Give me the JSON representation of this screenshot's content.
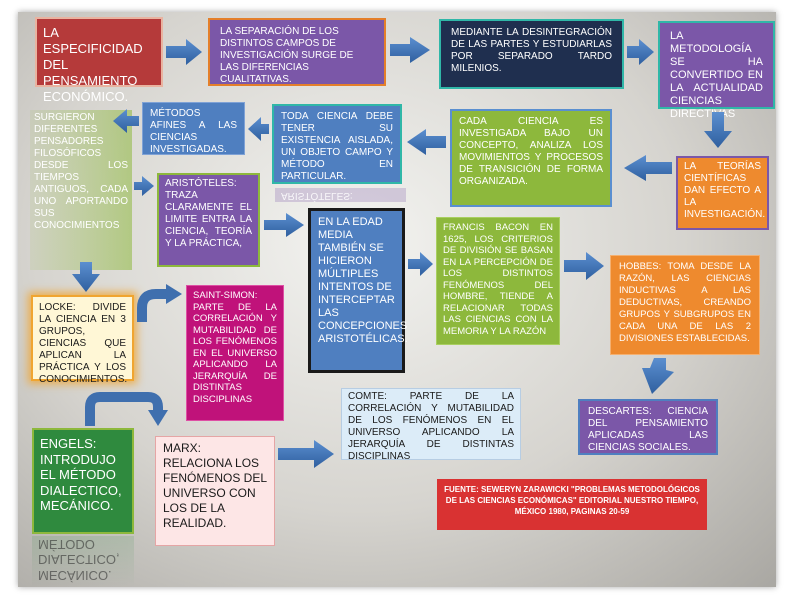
{
  "boxes": {
    "title": "LA ESPECIFICIDAD DEL PENSAMIENTO ECONÓMICO.",
    "separacion": "LA SEPARACIÓN DE LOS DISTINTOS CAMPOS DE INVESTIGACIÓN SURGE DE LAS DIFERENCIAS CUALITATIVAS.",
    "desintegracion": "MEDIANTE LA DESINTEGRACIÓN DE LAS PARTES Y ESTUDIARLAS POR SEPARADO TARDO MILENIOS.",
    "metodologia": "LA METODOLOGÍA SE HA CONVERTIDO EN LA ACTUALIDAD CIENCIAS DIRECTIVAS",
    "surgieron": "SURGIERON DIFERENTES PENSADORES FILOSÓFICOS DESDE LOS TIEMPOS ANTIGUOS, CADA UNO APORTANDO SUS CONOCIMIENTOS",
    "metodos_afines": "MÉTODOS AFINES A LAS CIENCIAS INVESTIGADAS.",
    "toda_ciencia": "TODA CIENCIA DEBE TENER SU EXISTENCIA AISLADA, UN OBJETO CAMPO Y MÉTODO EN PARTICULAR.",
    "cada_ciencia": "CADA CIENCIA ES INVESTIGADA BAJO UN CONCEPTO, ANALIZA LOS MOVIMIENTOS Y PROCESOS DE TRANSICIÓN DE FORMA ORGANIZADA.",
    "teorias": "LA TEORÍAS CIENTÍFICAS DAN EFECTO A LA INVESTIGACIÓN.",
    "aristoteles": "ARISTÓTELES: TRAZA CLARAMENTE EL LIMITE ENTRA LA CIENCIA, TEORÍA Y LA PRÁCTICA,",
    "aristoteles_reflection": "ARISTÓTELES:",
    "edad_media": "EN LA EDAD MEDIA TAMBIÉN SE HICIERON MÚLTIPLES INTENTOS DE INTERCEPTAR LAS CONCEPCIONES ARISTOTÉLICAS.",
    "bacon": "FRANCIS BACON EN 1625, LOS CRITERIOS DE DIVISIÓN SE BASAN EN LA PERCEPCIÓN DE LOS DISTINTOS FENÓMENOS DEL HOMBRE, TIENDE A RELACIONAR TODAS LAS CIENCIAS CON LA MEMORIA Y LA RAZÓN",
    "hobbes": "HOBBES: TOMA DESDE LA RAZÓN, LAS CIENCIAS INDUCTIVAS A LAS DEDUCTIVAS, CREANDO GRUPOS Y SUBGRUPOS EN CADA UNA DE LAS 2 DIVISIONES ESTABLECIDAS.",
    "locke": "LOCKE: DIVIDE LA CIENCIA EN 3 GRUPOS, CIENCIAS QUE APLICAN LA PRÁCTICA Y LOS CONOCIMIENTOS.",
    "saint_simon": "SAINT-SIMON: PARTE DE LA CORRELACIÓN Y MUTABILIDAD DE LOS FENÓMENOS EN EL UNIVERSO APLICANDO LA JERARQUÍA DE DISTINTAS DISCIPLINAS",
    "descartes": "DESCARTES: CIENCIA DEL PENSAMIENTO APLICADAS LAS CIENCIAS SOCIALES.",
    "comte": "COMTE: PARTE DE LA CORRELACIÓN Y MUTABILIDAD DE LOS FENÓMENOS EN EL UNIVERSO APLICANDO LA JERARQUÍA DE DISTINTAS DISCIPLINAS",
    "engels": "ENGELS: INTRODUJO EL MÉTODO DIALECTICO, MECÁNICO.",
    "engels_reflection": "MECÁNICO. DIALECTICO, MÉTODO",
    "marx": "MARX: RELACIONA LOS FENÓMENOS DEL UNIVERSO CON LOS DE LA REALIDAD.",
    "fuente": "FUENTE: SEWERYN ZARAWICKI \"PROBLEMAS METODOLÓGICOS DE LAS CIENCIAS ECONÓMICAS\" EDITORIAL NUESTRO TIEMPO, MÉXICO 1980, PAGINAS 20-59"
  },
  "colors": {
    "title_bg": "#b53a3a",
    "purple": "#7b57a8",
    "navy": "#1f2f4f",
    "blue": "#4f7fc0",
    "green": "#8db83c",
    "orange": "#ee8a2e",
    "magenta": "#c0127a",
    "arrow": "#3f6fae",
    "locke_bg": "#fff7d6",
    "marx_bg": "#fde6e6",
    "comte_bg": "#dcecf8",
    "fuente_bg": "#d93232",
    "teal_border": "#30b7a8"
  }
}
